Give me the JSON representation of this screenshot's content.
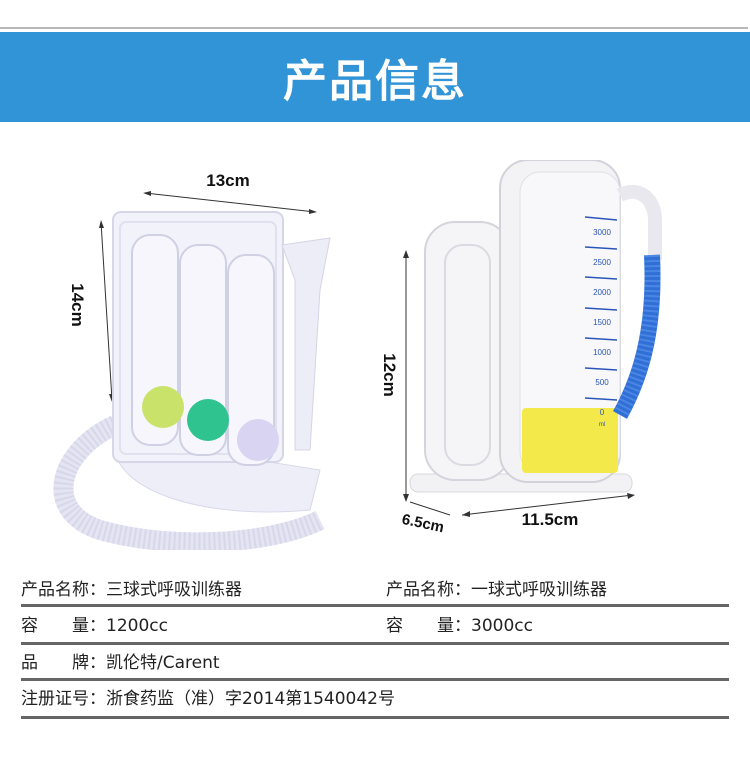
{
  "header": {
    "title": "产品信息",
    "banner_color": "#3194d6"
  },
  "products": [
    {
      "name": "三球式呼吸训练器",
      "image": "three-ball-breathing-trainer",
      "dimensions": {
        "width": "13cm",
        "height": "14cm"
      },
      "ball_colors": [
        "#c9e26a",
        "#2fc48f",
        "#d4cef0"
      ]
    },
    {
      "name": "一球式呼吸训练器",
      "image": "one-ball-volumetric-spirometer",
      "dimensions": {
        "height": "12cm",
        "depth": "6.5cm",
        "width": "11.5cm"
      },
      "scale_marks": [
        "3000",
        "2500",
        "2000",
        "1500",
        "1000",
        "500",
        "0"
      ],
      "scale_unit": "ml",
      "scale_color": "#2a55b8",
      "tube_color": "#2f6fd6",
      "fill_color": "#f3e94a"
    }
  ],
  "specs": {
    "rows": [
      {
        "left_label": "产品名称：",
        "left_value": "三球式呼吸训练器",
        "right_label": "产品名称：",
        "right_value": "一球式呼吸训练器"
      },
      {
        "left_label": "容　　量：",
        "left_value": "1200cc",
        "right_label": "容　　量：",
        "right_value": "3000cc"
      },
      {
        "left_label": "品　　牌：",
        "left_value": "凯伦特/Carent"
      },
      {
        "left_label": "注册证号：",
        "left_value": "浙食药监（准）字2014第1540042号"
      }
    ]
  }
}
